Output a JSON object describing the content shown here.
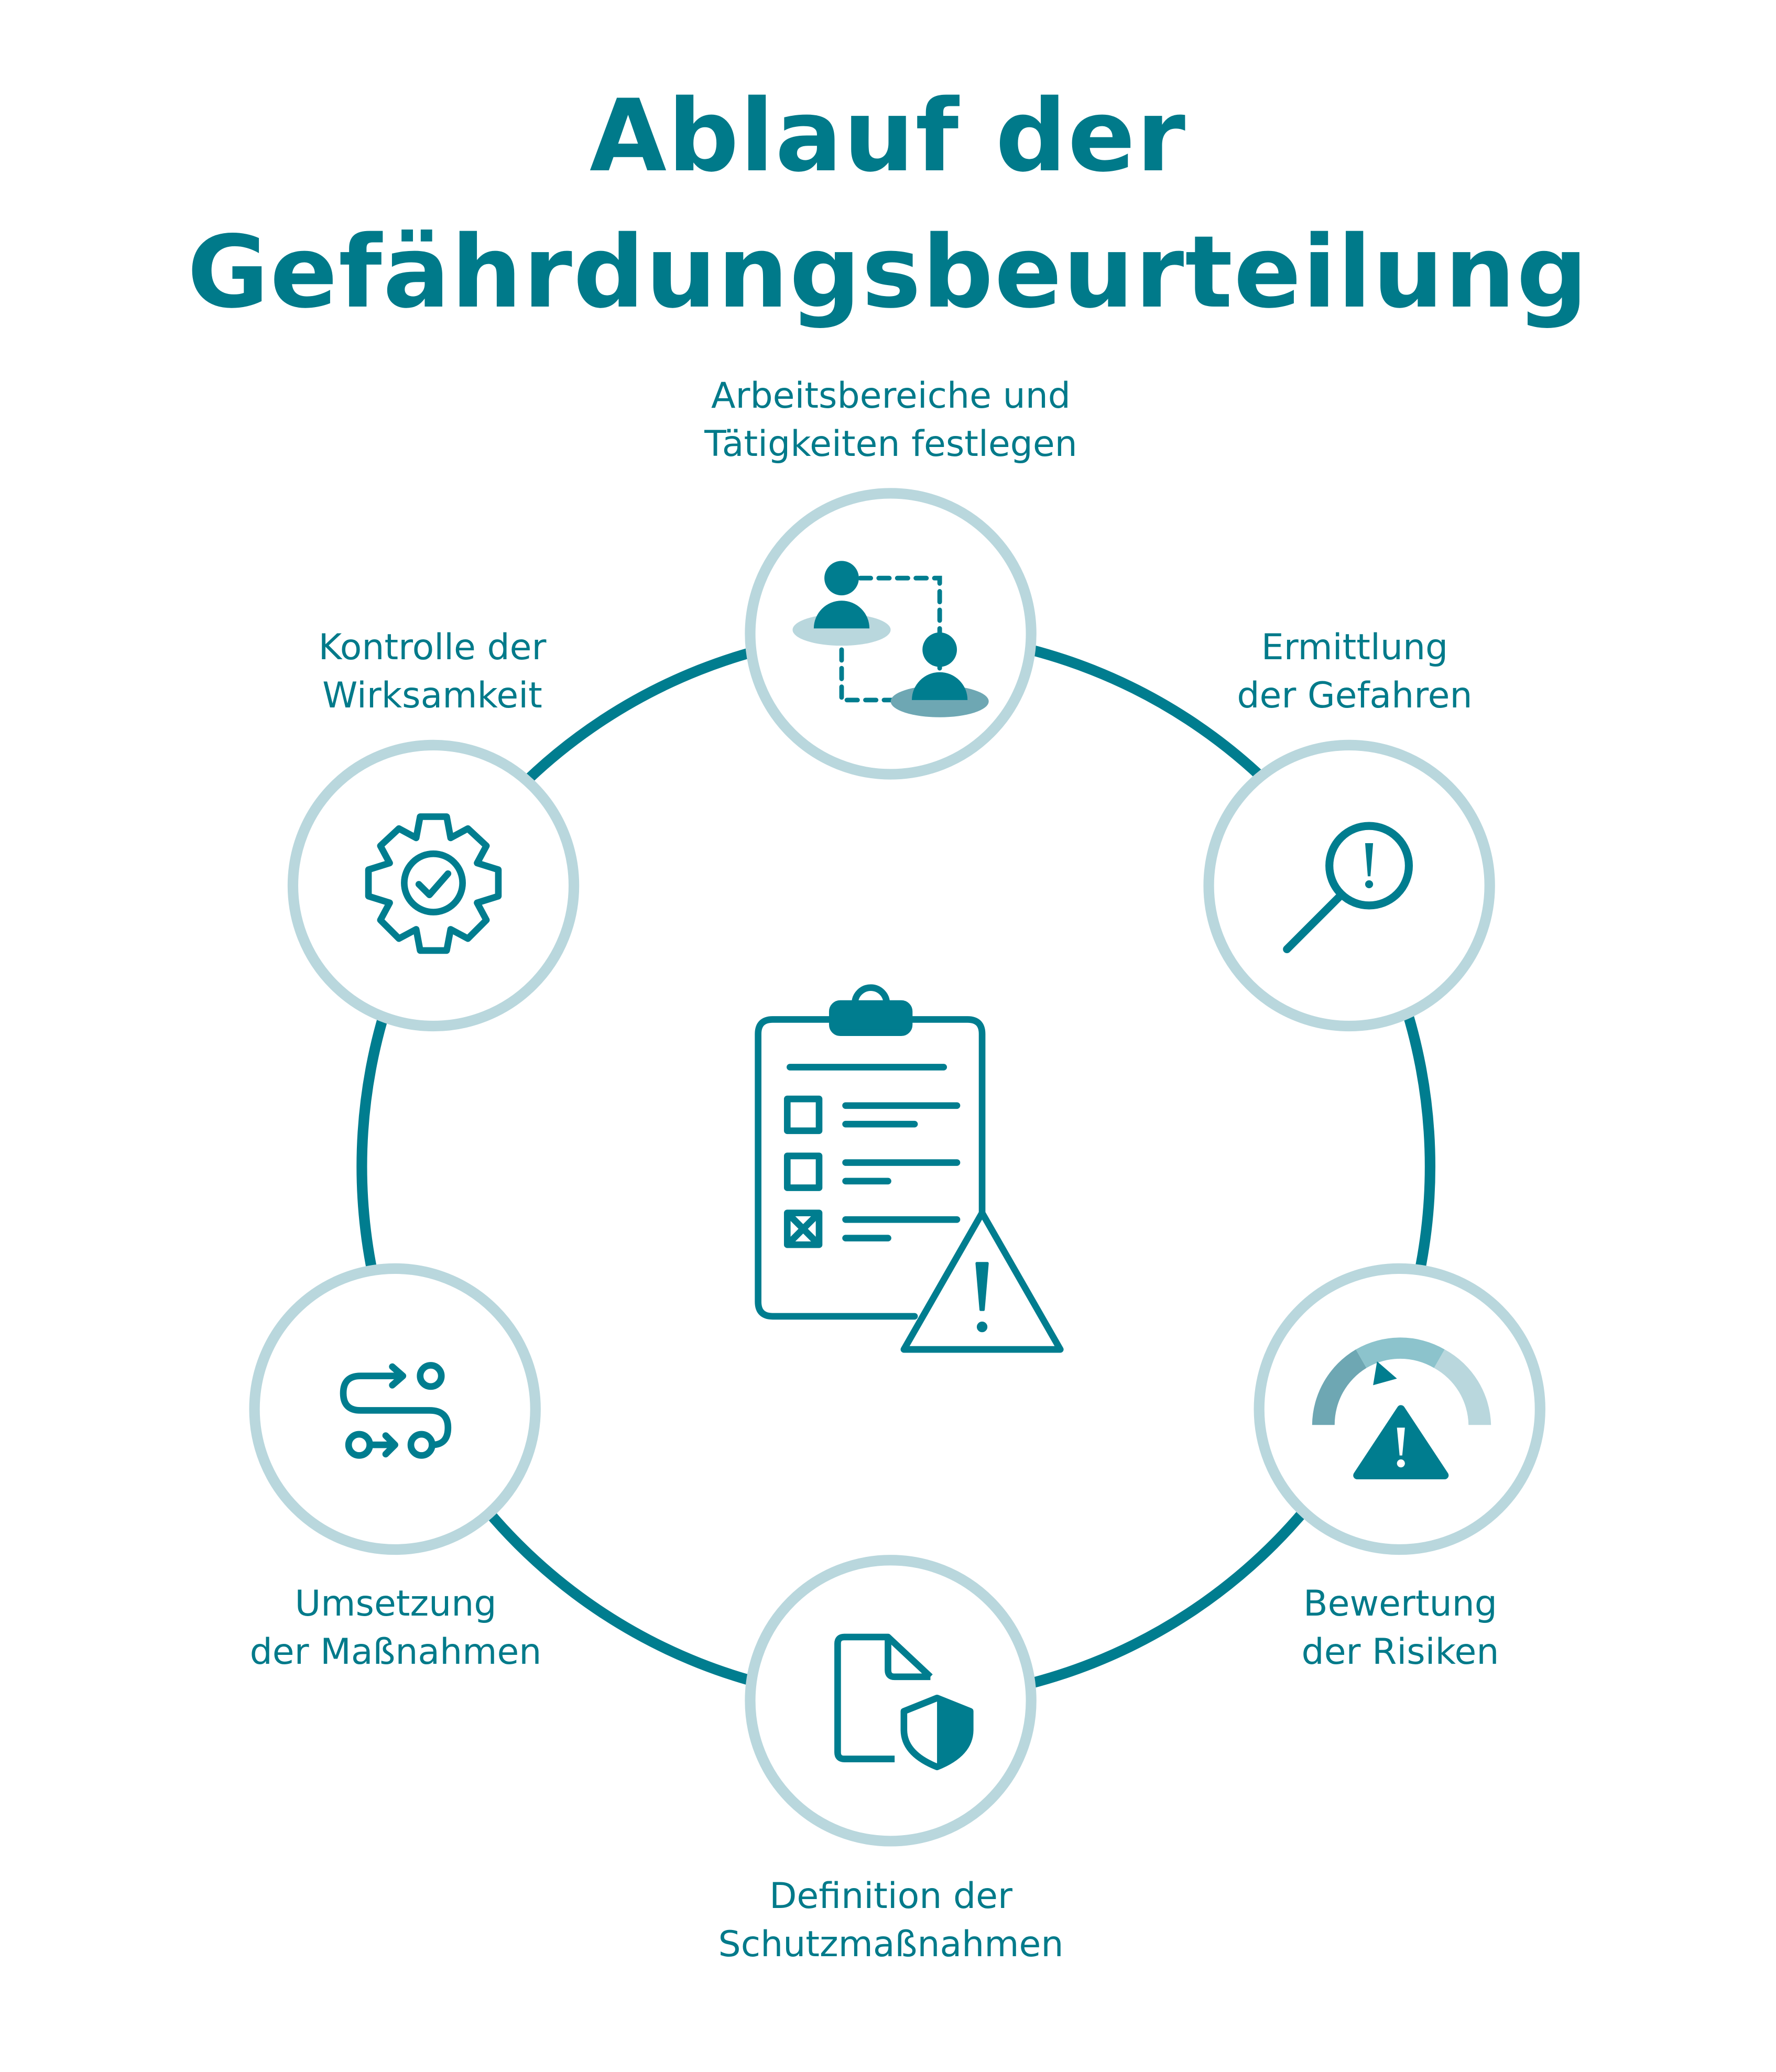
{
  "title": {
    "line1": "Ablauf der",
    "line2": "Gefährdungsbeurteilung"
  },
  "colors": {
    "primary": "#007d8f",
    "ring": "#b9d7dd",
    "mid": "#8cc3cc",
    "dark_light": "#6ea7b3"
  },
  "steps": [
    {
      "line1": "Arbeitsbereiche und",
      "line2": "Tätigkeiten festlegen",
      "icon": "people-connection-icon"
    },
    {
      "line1": "Ermittlung",
      "line2": "der Gefahren",
      "icon": "magnifier-warning-icon"
    },
    {
      "line1": "Bewertung",
      "line2": "der Risiken",
      "icon": "risk-gauge-icon"
    },
    {
      "line1": "Definition der",
      "line2": "Schutzmaßnahmen",
      "icon": "document-shield-icon"
    },
    {
      "line1": "Umsetzung",
      "line2": "der Maßnahmen",
      "icon": "process-flow-icon"
    },
    {
      "line1": "Kontrolle der",
      "line2": "Wirksamkeit",
      "icon": "gear-check-icon"
    }
  ],
  "center_icon": "clipboard-warning-icon"
}
